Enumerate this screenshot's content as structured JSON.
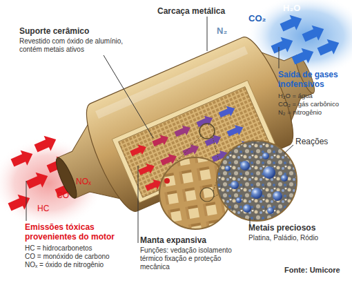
{
  "diagram": {
    "labels": [
      "Carcaça metálica",
      "Suporte cerâmico",
      "Revestido com óxido de alumínio, contém metais ativos",
      "H₂O",
      "CO₂",
      "N₂",
      "Saída de gases inofensivos",
      "H₂O = água",
      "CO₂ = gás carbônico",
      "N₂ = nitrogênio",
      "Reações",
      "NOₓ",
      "CO",
      "HC",
      "Emissões tóxicas provenientes do motor",
      "HC = hidrocarbonetos",
      "CO = monóxido de carbono",
      "NOₓ = óxido de nitrogênio",
      "Manta expansiva",
      "Funções: vedação isolamento térmico fixação e proteção mecânica",
      "Metais preciosos",
      "Platina, Paládio, Ródio",
      "Fonte: Umicore"
    ]
  }
}
